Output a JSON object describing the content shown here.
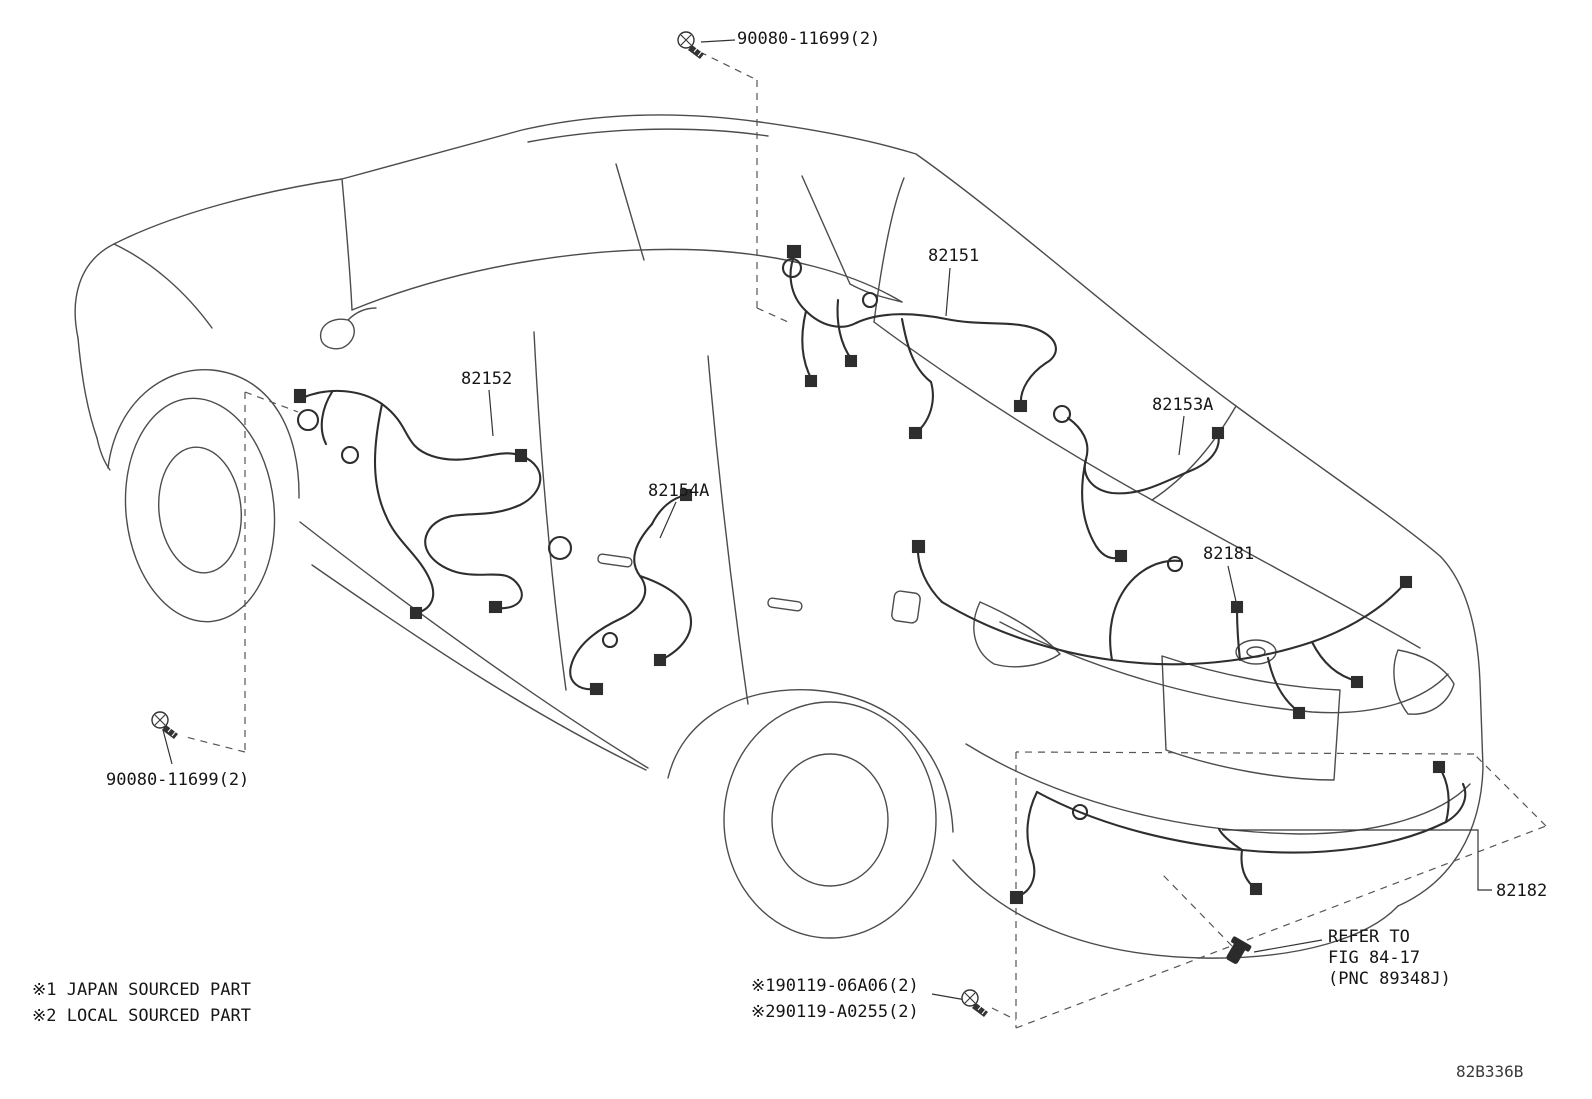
{
  "figure_code": "82B336B",
  "labels": {
    "bolt_top": "90080-11699(2)",
    "bolt_left": "90080-11699(2)",
    "harness_roof": "82151",
    "harness_front_door": "82152",
    "harness_rear": "82153A",
    "harness_rear_door": "82154A",
    "harness_luggage": "82181",
    "harness_rear_bumper": "82182"
  },
  "refer_note": {
    "line1": "REFER TO",
    "line2": "FIG 84-17",
    "line3": "(PNC 89348J)"
  },
  "fastener_note": {
    "line1": "※190119-06A06(2)",
    "line2": "※290119-A0255(2)"
  },
  "legend": {
    "line1": "※1 JAPAN SOURCED PART",
    "line2": "※2 LOCAL SOURCED PART"
  }
}
